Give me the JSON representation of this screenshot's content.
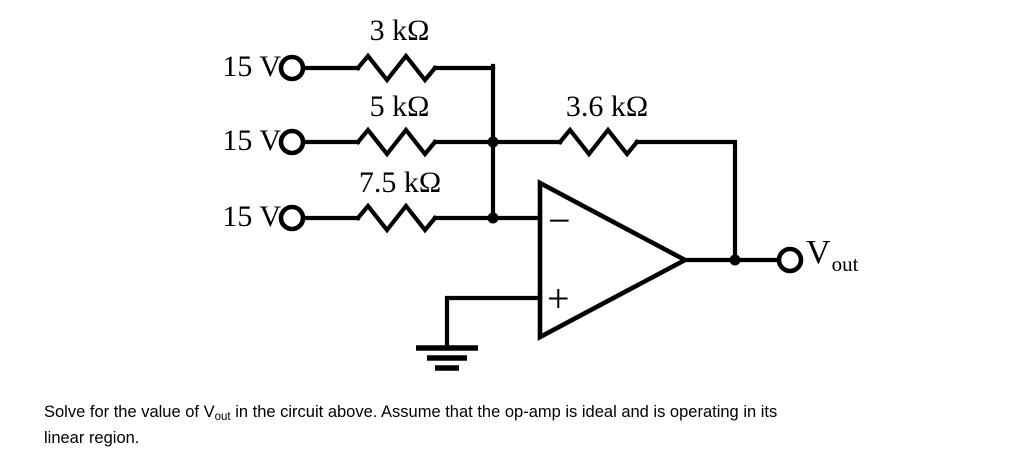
{
  "diagram": {
    "title": "inverting-summing-amplifier-circuit",
    "ink_color": "#000000",
    "background_color": "#ffffff",
    "sources": [
      {
        "id": "source-1",
        "label": "15 V",
        "terminal": "open-circle"
      },
      {
        "id": "source-2",
        "label": "15 V",
        "terminal": "open-circle"
      },
      {
        "id": "source-3",
        "label": "15 V",
        "terminal": "open-circle"
      }
    ],
    "input_resistors": [
      {
        "id": "r1",
        "label": "3 kΩ",
        "value": 3,
        "unit": "kΩ"
      },
      {
        "id": "r2",
        "label": "5 kΩ",
        "value": 5,
        "unit": "kΩ"
      },
      {
        "id": "r3",
        "label": "7.5 kΩ",
        "value": 7.5,
        "unit": "kΩ"
      }
    ],
    "feedback_resistor": {
      "id": "rf",
      "label": "3.6 kΩ",
      "value": 3.6,
      "unit": "kΩ"
    },
    "opamp": {
      "id": "opamp-1",
      "inverting_input_label": "−",
      "noninverting_input_label": "+",
      "noninverting_connection": "ground"
    },
    "output": {
      "label_main": "V",
      "label_subscript": "out",
      "terminal": "open-circle"
    },
    "ground": {
      "id": "gnd-1",
      "symbol": "earth-ground"
    }
  },
  "caption": {
    "line1_before": "Solve for the value of V",
    "line1_sub": "out",
    "line1_after": " in the circuit above.  Assume that the op-amp is ideal and is operating in its",
    "line2": "linear region."
  }
}
